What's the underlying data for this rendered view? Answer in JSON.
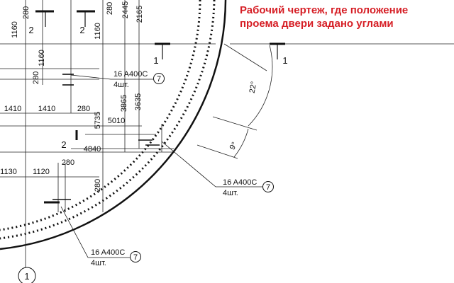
{
  "caption": {
    "line1": "Рабочий чертеж, где положение",
    "line2": "проема двери задано углами"
  },
  "colors": {
    "caption": "#d61f26",
    "ink": "#111111",
    "background": "#ffffff"
  },
  "dimensions": {
    "d280_top": "280",
    "d280_top_right": "280",
    "d2445": "2445",
    "d2165": "2165",
    "d1160_a": "1160",
    "d1160_b": "1160",
    "d1160_c": "1160",
    "d280_mid": "280",
    "d3865": "3865",
    "d3635": "3635",
    "d1410_a": "1410",
    "d1410_b": "1410",
    "d280_row": "280",
    "d5735": "5735",
    "d5010": "5010",
    "d4840": "4840",
    "d1130": "1130",
    "d1120": "1120",
    "d280_low": "280",
    "d280_vert_low": "280"
  },
  "angles": {
    "a22": "22°",
    "a9": "9°"
  },
  "section_marks": {
    "s2_a": "2",
    "s2_b": "2",
    "s2_c": "2",
    "s1_a": "1",
    "s1_b": "1"
  },
  "callouts": [
    {
      "spec": "16  A400C",
      "qty": "4шт.",
      "num": "7"
    },
    {
      "spec": "16  A400C",
      "qty": "4шт.",
      "num": "7"
    },
    {
      "spec": "16  A400C",
      "qty": "4шт.",
      "num": "7"
    }
  ],
  "axis_label": "1"
}
